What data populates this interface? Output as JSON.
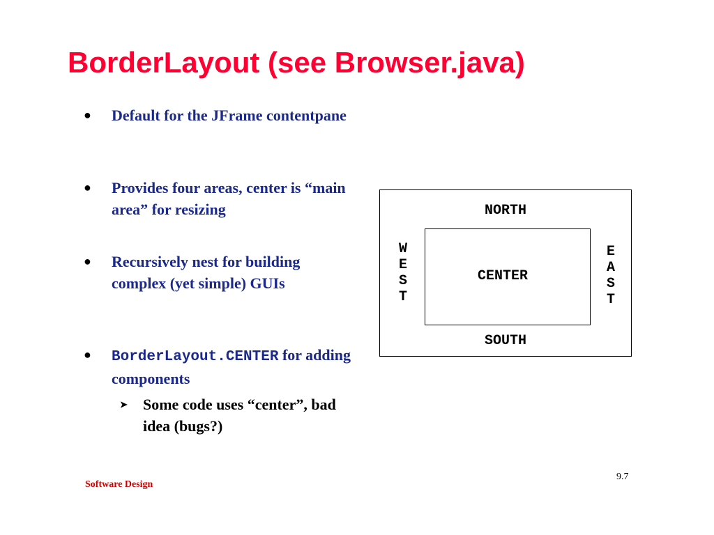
{
  "slide": {
    "title": "BorderLayout (see Browser.java)",
    "bullets": [
      {
        "text": "Default for the JFrame contentpane"
      },
      {
        "text": "Provides four areas, center is “main area” for resizing"
      },
      {
        "text": "Recursively nest for building complex (yet simple) GUIs"
      },
      {
        "code": "BorderLayout.CENTER",
        "text": " for adding components"
      }
    ],
    "sub_bullets": [
      {
        "text": "Some code uses “center”, bad idea (bugs?)"
      }
    ],
    "footer": {
      "left": "Software Design",
      "right": "9.7"
    }
  },
  "diagram": {
    "north": "NORTH",
    "south": "SOUTH",
    "west": "WEST",
    "east": "EAST",
    "center": "CENTER"
  },
  "colors": {
    "title": "#ff0033",
    "bullet_text": "#1b2a8a",
    "sub_text": "#000000",
    "footer_left": "#cc0000"
  },
  "icons": {
    "bullet": "filled-circle",
    "sub_bullet": "right-arrow"
  }
}
